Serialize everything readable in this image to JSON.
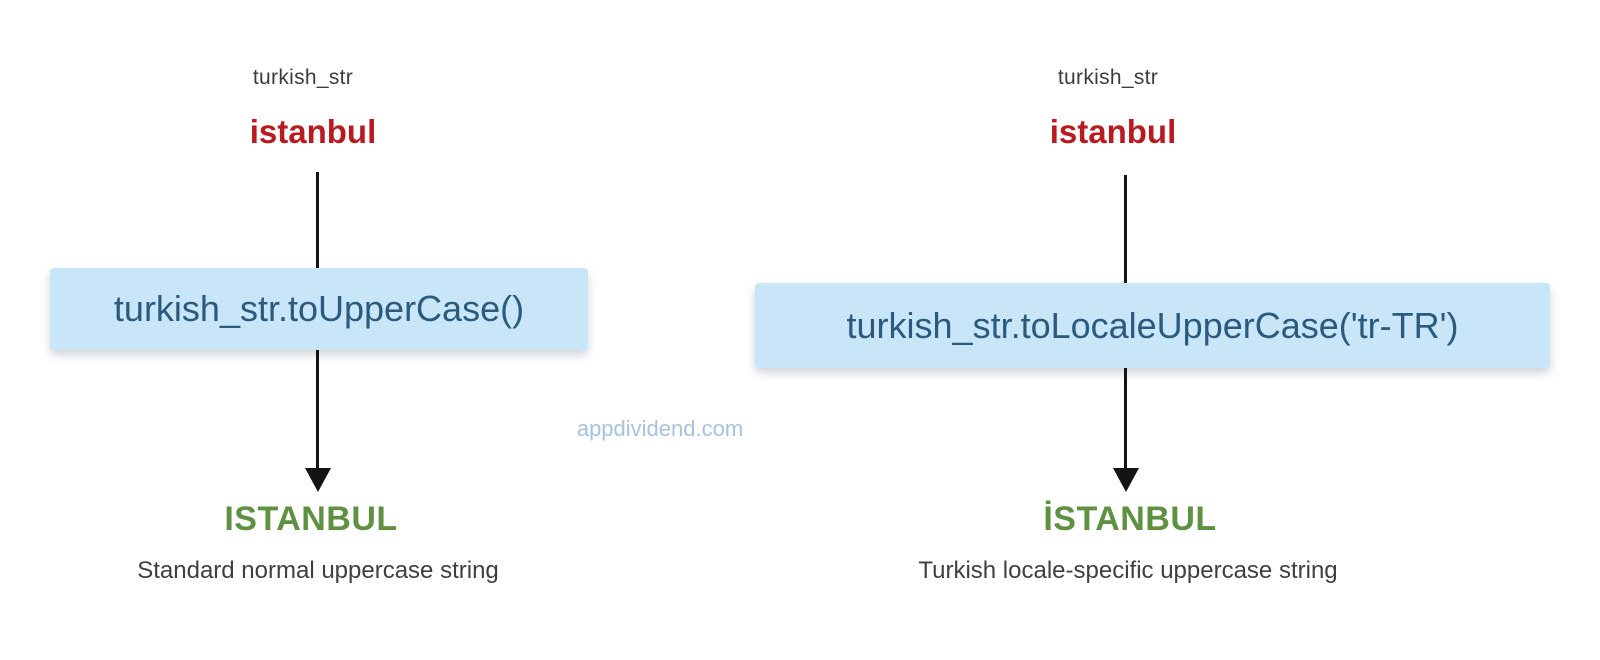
{
  "watermark": "appdividend.com",
  "colors": {
    "background": "#ffffff",
    "label_gray": "#3c3c3c",
    "input_red": "#b71b1f",
    "box_bg": "#c9e6f8",
    "box_text": "#2a5a7e",
    "result_green": "#5f9142",
    "caption_gray": "#3f3f3f",
    "arrow_black": "#141414",
    "watermark_blue": "#a5c3e0"
  },
  "columns": [
    {
      "variable_label": "turkish_str",
      "input_value": "istanbul",
      "method_call": "turkish_str.toUpperCase()",
      "result": "ISTANBUL",
      "caption": "Standard normal uppercase string"
    },
    {
      "variable_label": "turkish_str",
      "input_value": "istanbul",
      "method_call": "turkish_str.toLocaleUpperCase('tr-TR')",
      "result": "İSTANBUL",
      "caption": "Turkish locale-specific uppercase string"
    }
  ]
}
